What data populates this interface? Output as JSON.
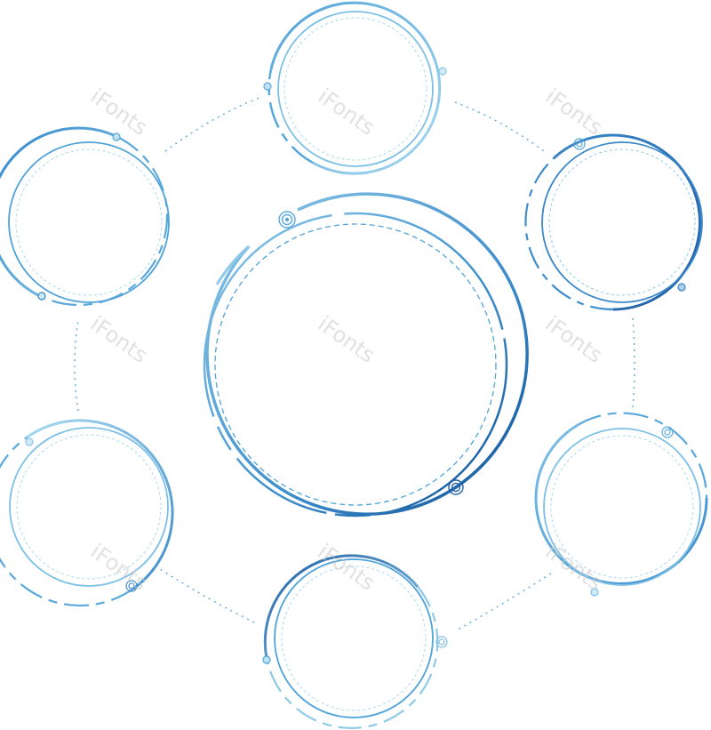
{
  "watermark": {
    "text": "iFonts"
  },
  "colors": {
    "light_blue": "#8ecae8",
    "mid_blue": "#4fa3d8",
    "dark_blue": "#1f5fa6",
    "deep_blue": "#0f4f96"
  },
  "diagram": {
    "center_node": {
      "name": "center-circle",
      "text": ""
    },
    "outer_nodes": [
      {
        "name": "node-top",
        "text": ""
      },
      {
        "name": "node-upper-right",
        "text": ""
      },
      {
        "name": "node-lower-right",
        "text": ""
      },
      {
        "name": "node-bottom",
        "text": ""
      },
      {
        "name": "node-lower-left",
        "text": ""
      },
      {
        "name": "node-upper-left",
        "text": ""
      }
    ]
  }
}
